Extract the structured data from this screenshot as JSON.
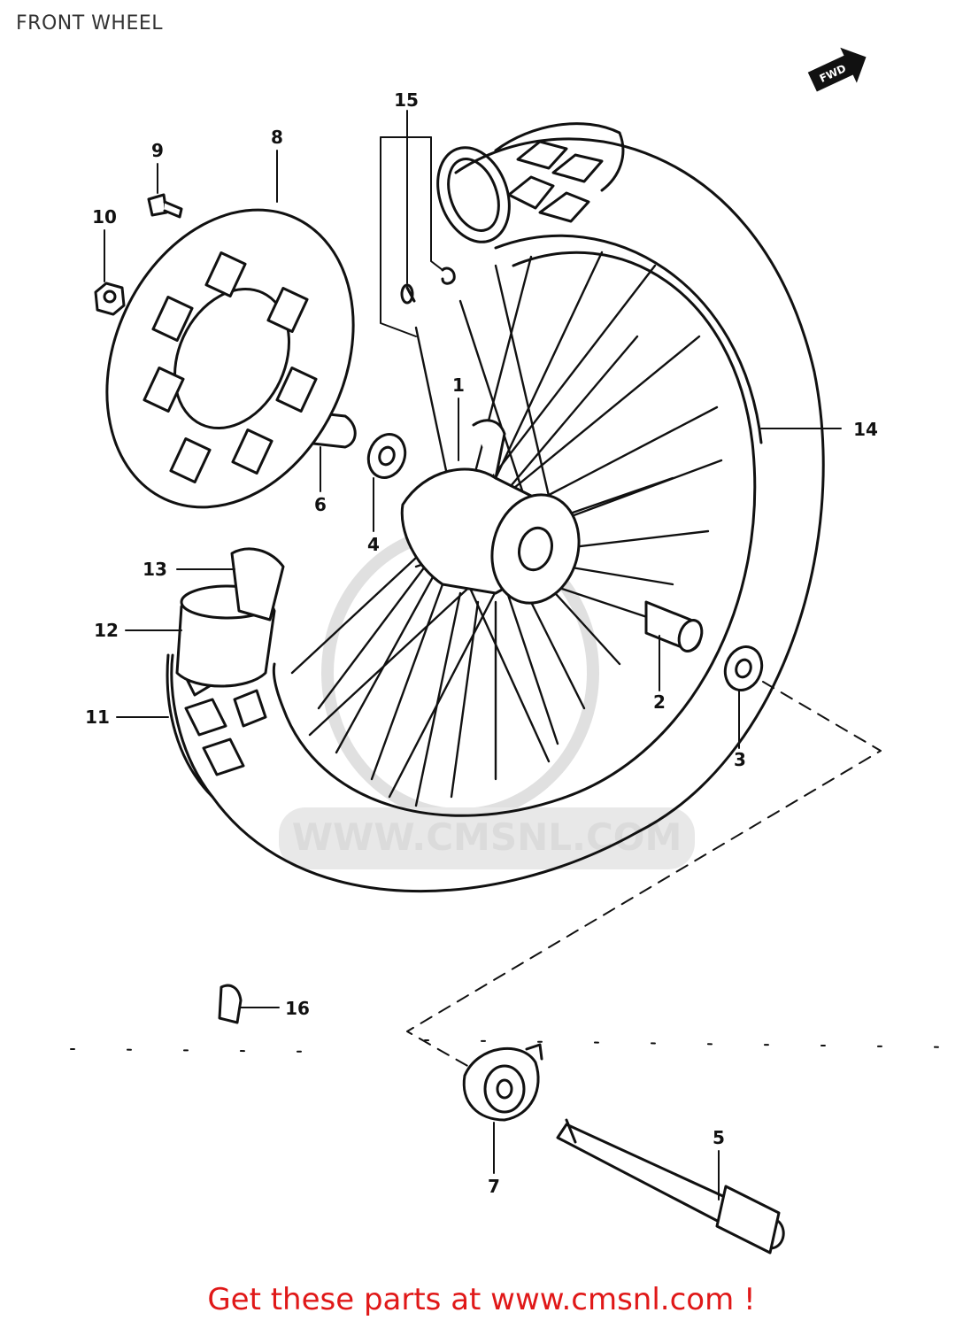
{
  "title": "FRONT WHEEL",
  "direction_badge": "FWD",
  "watermark": "WWW.CMSNL.COM",
  "callouts": {
    "p1": "1",
    "p2": "2",
    "p3": "3",
    "p4": "4",
    "p5": "5",
    "p6": "6",
    "p7": "7",
    "p8": "8",
    "p9": "9",
    "p10": "10",
    "p11": "11",
    "p12": "12",
    "p13": "13",
    "p14": "14",
    "p15": "15",
    "p16": "16"
  },
  "footer": {
    "text": "Get these parts at www.cmsnl.com !"
  },
  "colors": {
    "line": "#111111",
    "footer": "#e01818",
    "watermark": "#d8d8d8"
  }
}
